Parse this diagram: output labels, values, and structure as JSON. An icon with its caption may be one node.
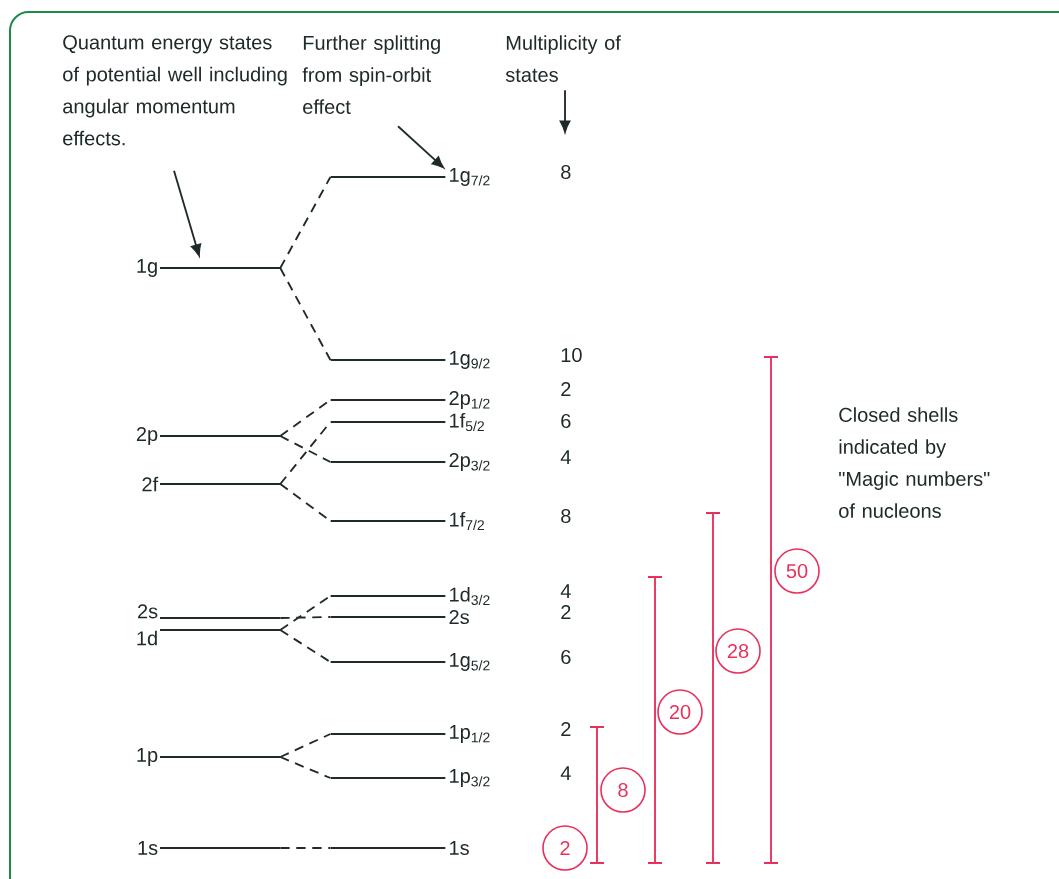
{
  "diagram": {
    "nodes": [
      {
        "text": [
          "Quantum energy states of potential well including angular momentum effects."
        ]
      },
      {
        "text": [
          "Further splitting from spin-orbit effect"
        ]
      },
      {
        "text": [
          "Multiplicity of states"
        ]
      },
      {
        "text": [
          "1g"
        ]
      },
      {
        "text": [
          "2p"
        ]
      },
      {
        "text": [
          "2f"
        ]
      },
      {
        "text": [
          "2s"
        ]
      },
      {
        "text": [
          "1d"
        ]
      },
      {
        "text": [
          "1p"
        ]
      },
      {
        "text": [
          "1s"
        ]
      },
      {
        "text": [
          "1g$_{7/2}$"
        ]
      },
      {
        "text": [
          "1g$_{9/2}$"
        ]
      },
      {
        "text": [
          "2p$_{1/2}$"
        ]
      },
      {
        "text": [
          "1f$_{5/2}$"
        ]
      },
      {
        "text": [
          "2p$_{3/2}$"
        ]
      },
      {
        "text": [
          "1f$_{7/2}$"
        ]
      },
      {
        "text": [
          "1d$_{3/2}$"
        ]
      },
      {
        "text": [
          "2s"
        ]
      },
      {
        "text": [
          "1g$_{5/2}$"
        ]
      },
      {
        "text": [
          "1p$_{1/2}$"
        ]
      },
      {
        "text": [
          "1p$_{3/2}$"
        ]
      },
      {
        "text": [
          "1s"
        ]
      },
      {
        "text": [
          "2"
        ]
      },
      {
        "text": [
          "8"
        ]
      },
      {
        "text": [
          "20"
        ]
      },
      {
        "text": [
          "28"
        ]
      },
      {
        "text": [
          "50"
        ]
      }
    ],
    "edges": [
      {
        "from": 3,
        "to": 10,
        "arrow": "none",
        "style": "dashed"
      },
      {
        "from": 3,
        "to": 11,
        "arrow": "none",
        "style": "dashed"
      },
      {
        "from": 4,
        "to": 12,
        "arrow": "none",
        "style": "dashed"
      },
      {
        "from": 4,
        "to": 14,
        "arrow": "none",
        "style": "dashed"
      },
      {
        "from": 5,
        "to": 13,
        "arrow": "none",
        "style": "dashed"
      },
      {
        "from": 5,
        "to": 15,
        "arrow": "none",
        "style": "dashed"
      },
      {
        "from": 6,
        "to": 17,
        "arrow": "none",
        "style": "dashed"
      },
      {
        "from": 7,
        "to": 16,
        "arrow": "none",
        "style": "dashed"
      },
      {
        "from": 7,
        "to": 18,
        "arrow": "none",
        "style": "dashed"
      },
      {
        "from": 8,
        "to": 19,
        "arrow": "none",
        "style": "dashed"
      },
      {
        "from": 8,
        "to": 20,
        "arrow": "none",
        "style": "dashed"
      },
      {
        "from": 9,
        "to": 21,
        "arrow": "none",
        "style": "dashed"
      },
      {
        "from": 0,
        "to": 3,
        "arrow": "to"
      },
      {
        "from": 1,
        "to": 10,
        "arrow": "to"
      },
      {
        "from": 2,
        "to": null,
        "arrow": "to"
      }
    ],
    "labels": [
      "8",
      "10",
      "2",
      "6",
      "4",
      "8",
      "4",
      "2",
      "6",
      "2",
      "4",
      "Closed shells indicated by \"Magic numbers\" of nucleons"
    ]
  }
}
